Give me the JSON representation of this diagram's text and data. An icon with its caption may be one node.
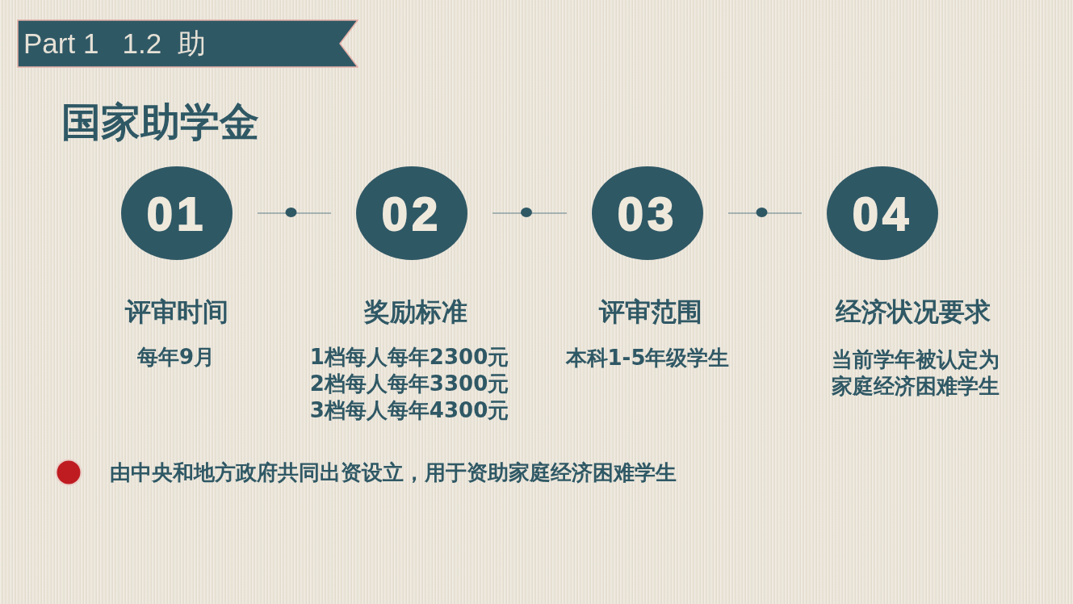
{
  "diagram": {
    "title": "国家助学金",
    "nodes": [
      {
        "text": [
          "Part 1   1.2  助"
        ]
      },
      {
        "text": [
          "01"
        ],
        "beside": [
          "评审时间",
          "每年9月"
        ]
      },
      {
        "text": [
          "02"
        ],
        "beside": [
          "奖励标准",
          "1档每人每年2300元",
          "2档每人每年3300元",
          "3档每人每年4300元"
        ]
      },
      {
        "text": [
          "03"
        ],
        "beside": [
          "评审范围",
          "本科1-5年级学生"
        ]
      },
      {
        "text": [
          "04"
        ],
        "beside": [
          "经济状况要求",
          "当前学年被认定为家庭经济困难学生"
        ]
      }
    ],
    "edges": [
      {
        "from": 1,
        "to": 2,
        "arrow": "none"
      },
      {
        "from": 2,
        "to": 3,
        "arrow": "none"
      },
      {
        "from": 3,
        "to": 4,
        "arrow": "none"
      }
    ],
    "labels": [
      "由中央和地方政府共同出资设立，用于资助家庭经济困难学生"
    ]
  }
}
